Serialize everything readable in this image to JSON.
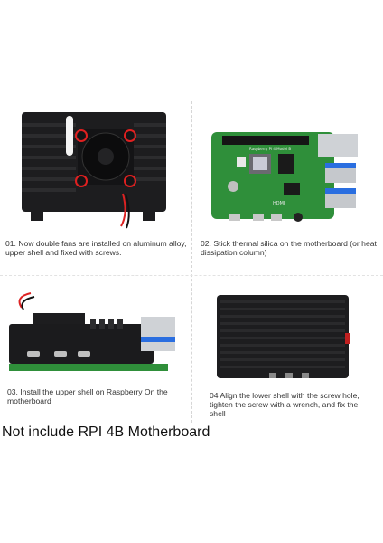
{
  "captions": {
    "step1": "01. Now double fans are installed on aluminum alloy, upper shell and fixed with screws.",
    "step2": "02. Stick thermal silica on the motherboard (or heat dissipation column)",
    "step3": "03. Install the upper shell on Raspberry On the motherboard",
    "step4": "04 Align the lower shell with the screw hole, tighten the screw with a wrench, and fix the shell"
  },
  "footer": "Not include RPI 4B Motherboard",
  "board_print": {
    "model": "Raspberry Pi 4 Model B",
    "hdmi": "HDMI"
  },
  "colors": {
    "case": "#1d1d1f",
    "pcb": "#2f8f3a",
    "fan_screw_ring": "#e02020"
  }
}
